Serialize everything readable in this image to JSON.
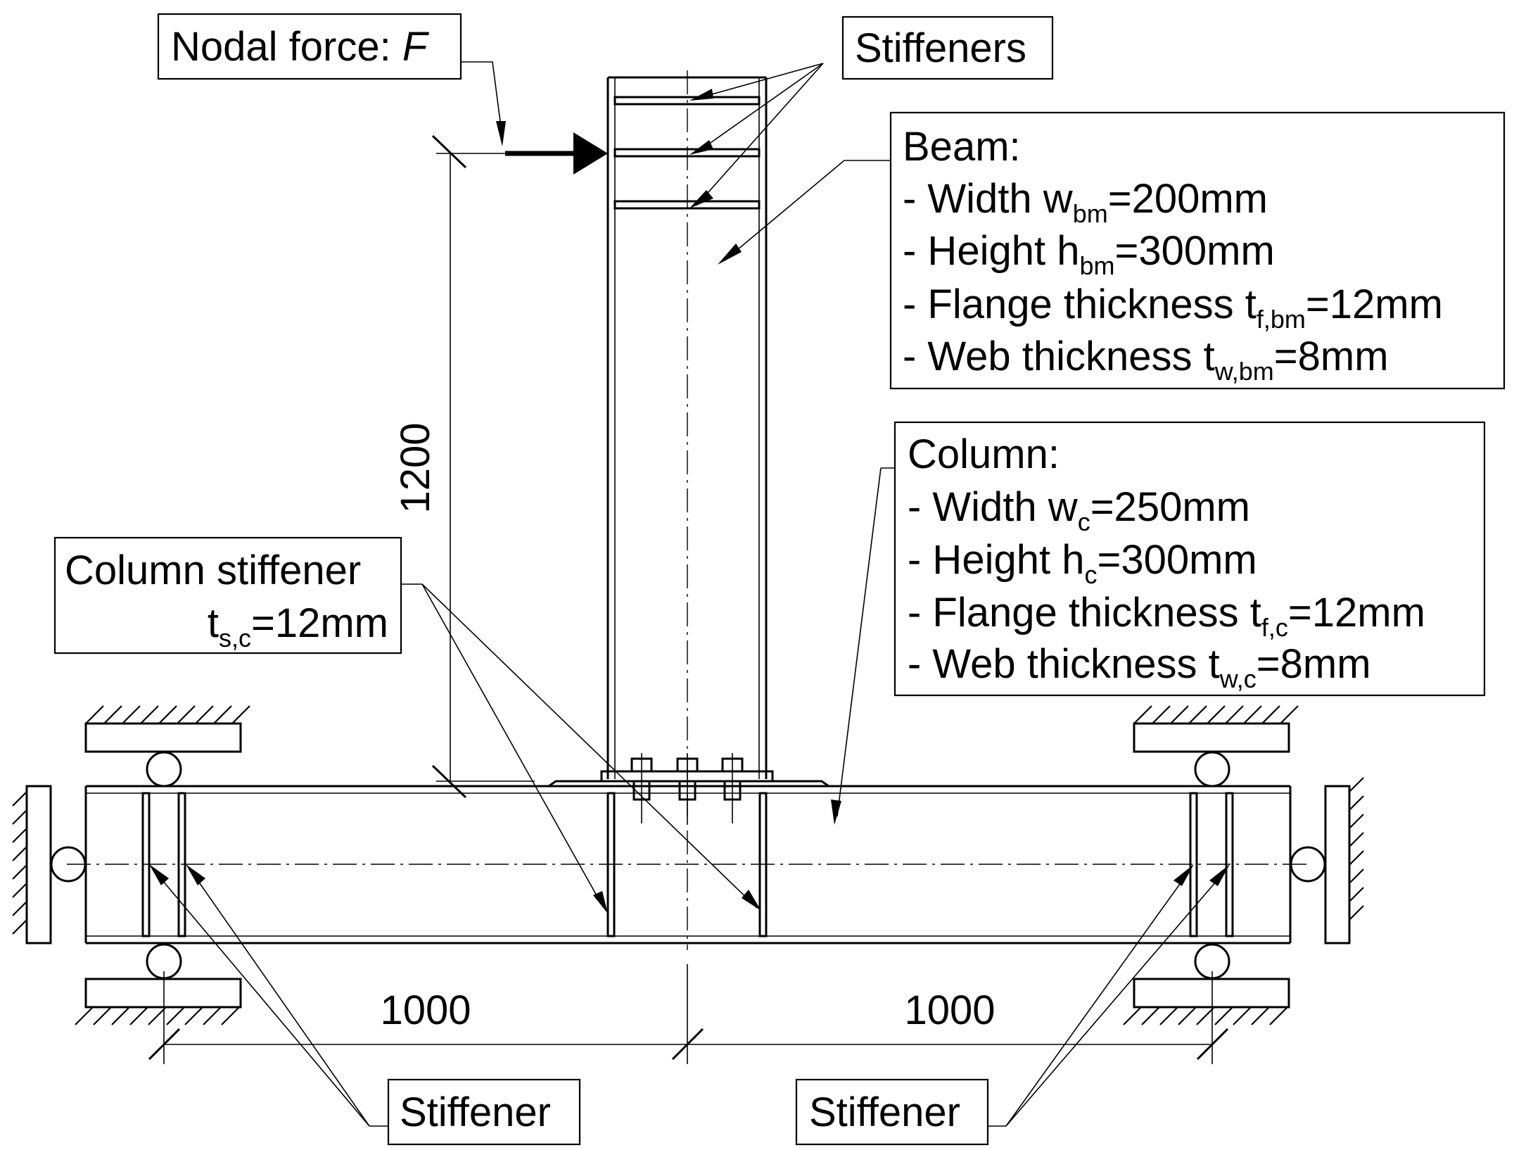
{
  "labels": {
    "nodal_force": "Nodal force: ",
    "nodal_force_symbol": "F",
    "stiffeners": "Stiffeners",
    "column_stiffener": "Column stiffener",
    "column_stiffener_t": "t",
    "column_stiffener_t_sub": "s,c",
    "column_stiffener_t_val": "=12mm",
    "stiffener_left": "Stiffener",
    "stiffener_right": "Stiffener"
  },
  "beam": {
    "title": "Beam:",
    "width_prefix": "- Width w",
    "width_sub": "bm",
    "width_val": "=200mm",
    "height_prefix": "- Height h",
    "height_sub": "bm",
    "height_val": "=300mm",
    "flange_prefix": "- Flange thickness t",
    "flange_sub": "f,bm",
    "flange_val": "=12mm",
    "web_prefix": "- Web thickness t",
    "web_sub": "w,bm",
    "web_val": "=8mm"
  },
  "column": {
    "title": "Column:",
    "width_prefix": "- Width w",
    "width_sub": "c",
    "width_val": "=250mm",
    "height_prefix": "- Height h",
    "height_sub": "c",
    "height_val": "=300mm",
    "flange_prefix": "- Flange thickness t",
    "flange_sub": "f,c",
    "flange_val": "=12mm",
    "web_prefix": "- Web thickness t",
    "web_sub": "w,c",
    "web_val": "=8mm"
  },
  "dimensions": {
    "vertical": "1200",
    "left_span": "1000",
    "right_span": "1000"
  }
}
